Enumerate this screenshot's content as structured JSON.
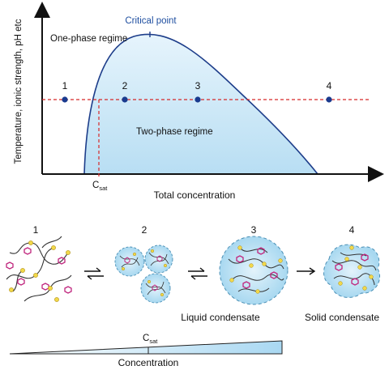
{
  "phase_diagram": {
    "y_axis_label": "Temperature, ionic strength, pH etc",
    "x_axis_label": "Total concentration",
    "critical_point_label": "Critical point",
    "one_phase_label": "One-phase regime",
    "two_phase_label": "Two-phase regime",
    "csat_label": "C",
    "csat_sub": "sat",
    "points": [
      {
        "label": "1"
      },
      {
        "label": "2"
      },
      {
        "label": "3"
      },
      {
        "label": "4"
      }
    ]
  },
  "states": {
    "labels": [
      "1",
      "2",
      "3",
      "4"
    ],
    "liquid_label": "Liquid condensate",
    "solid_label": "Solid condensate"
  },
  "gradient": {
    "csat_label": "C",
    "csat_sub": "sat",
    "title": "Concentration"
  },
  "colors": {
    "curve_fill": "#c8e6f7",
    "curve_stroke": "#1d3d8a",
    "critical_text": "#1f4fa0",
    "dashed": "#d62828",
    "point": "#1a3b8f",
    "droplet_fill": "#bfe3f5",
    "hexagon": "#c0267e",
    "yellow_node": "#f2d84a"
  }
}
